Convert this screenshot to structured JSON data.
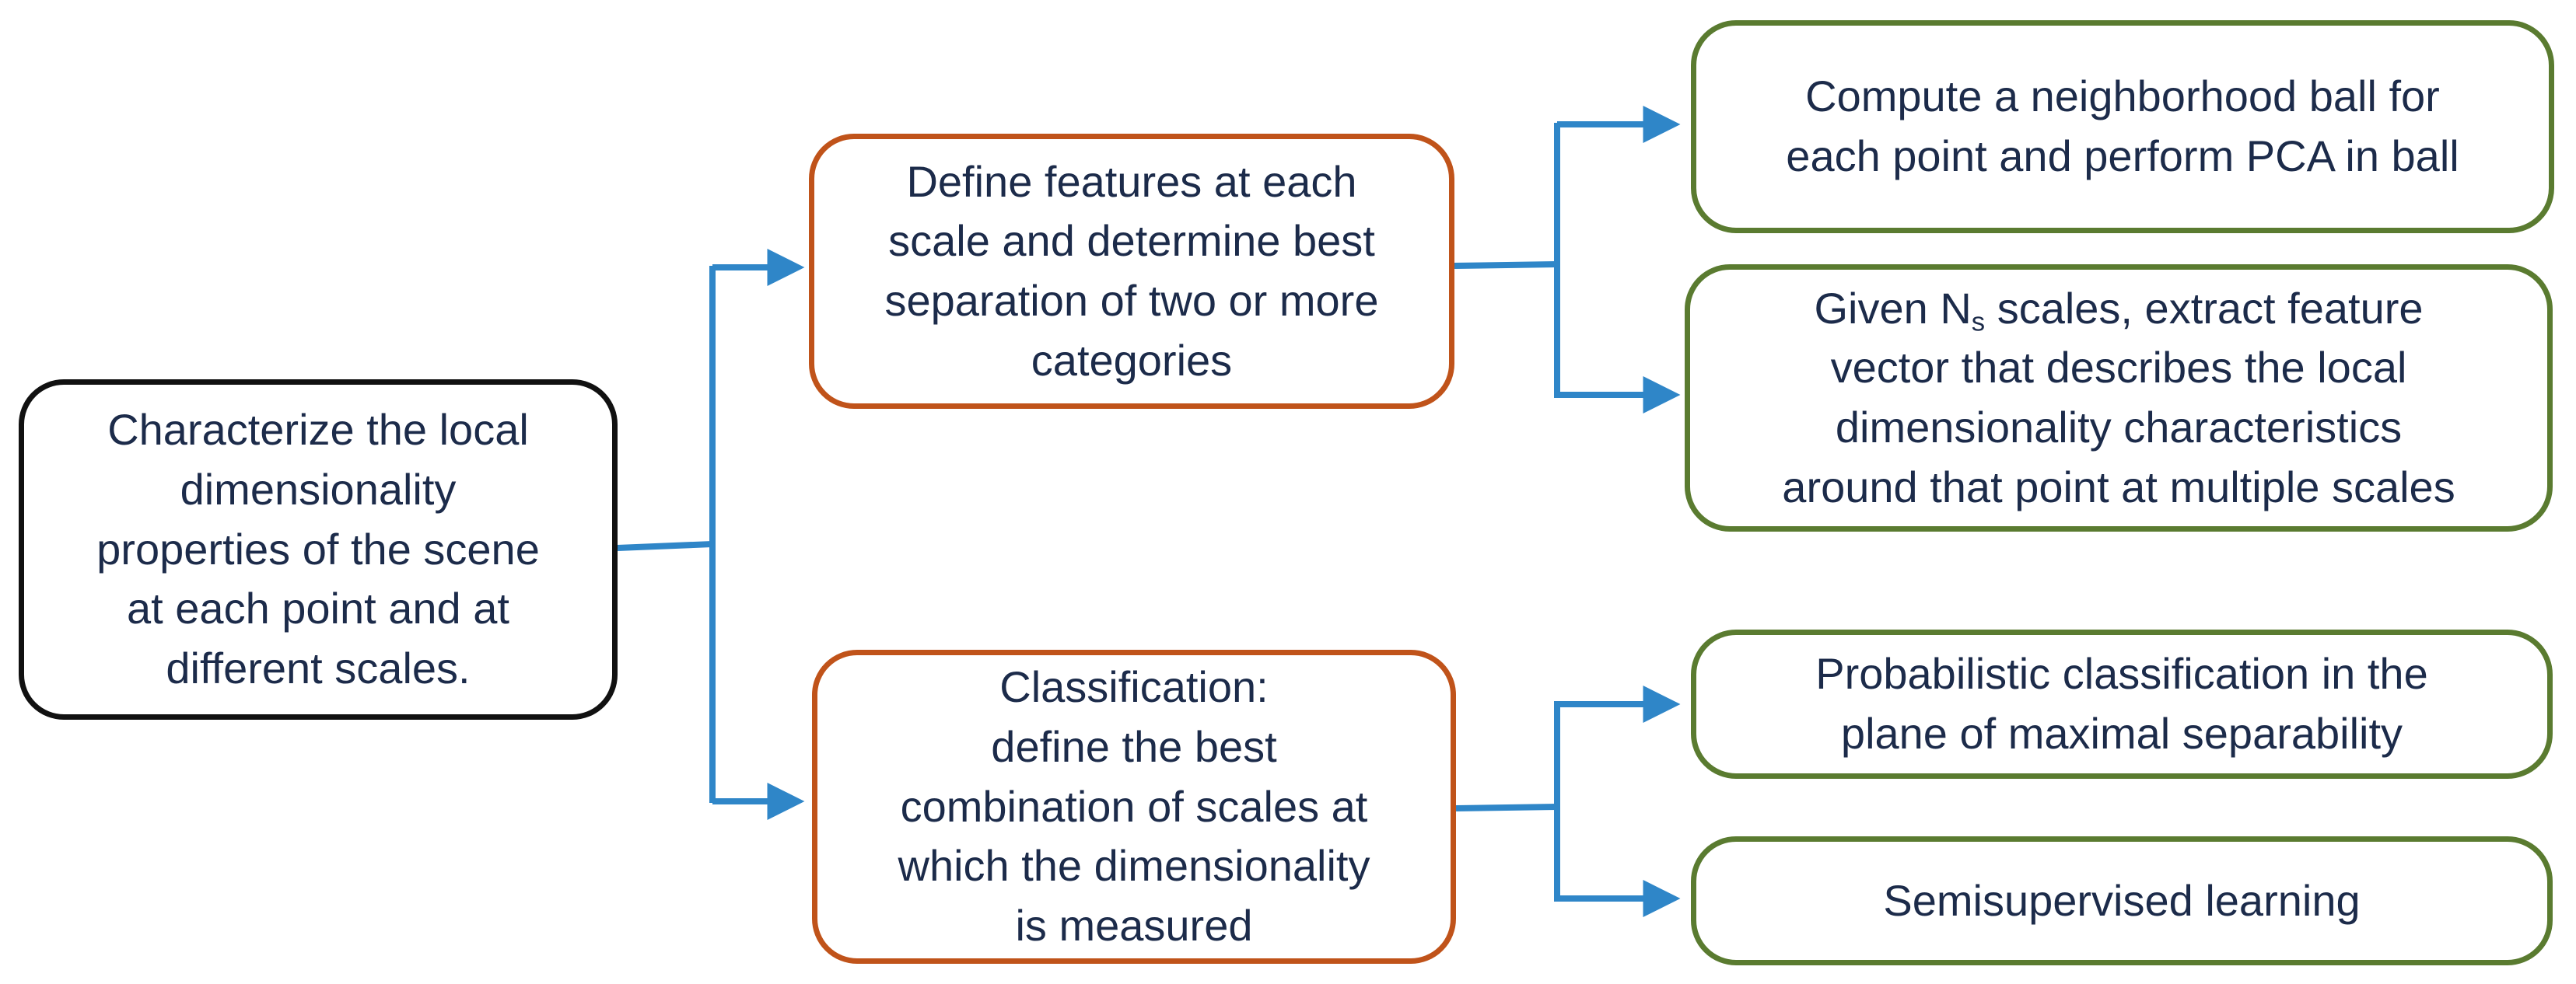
{
  "diagram": {
    "colors": {
      "connector": "#2f86c8",
      "root_border": "#111111",
      "mid_border": "#c0531a",
      "leaf_border": "#5a7b30",
      "text": "#1c2b4a"
    },
    "root": {
      "text": "Characterize the local\ndimensionality\nproperties of the scene\nat each point and at\ndifferent scales."
    },
    "features": {
      "text": "Define features at each\nscale and determine best\nseparation of two or more\ncategories"
    },
    "classification": {
      "text": "Classification:\ndefine the best\ncombination of scales at\nwhich the dimensionality\nis measured"
    },
    "pca": {
      "text": "Compute a neighborhood ball for\neach point and perform PCA in ball"
    },
    "feature_vector": {
      "prefix": "Given N",
      "subscript": "s",
      "suffix": " scales, extract feature\nvector that describes the local\ndimensionality characteristics\naround that point at multiple scales"
    },
    "probabilistic": {
      "text": "Probabilistic classification in the\nplane of maximal separability"
    },
    "semisupervised": {
      "text": "Semisupervised learning"
    }
  }
}
